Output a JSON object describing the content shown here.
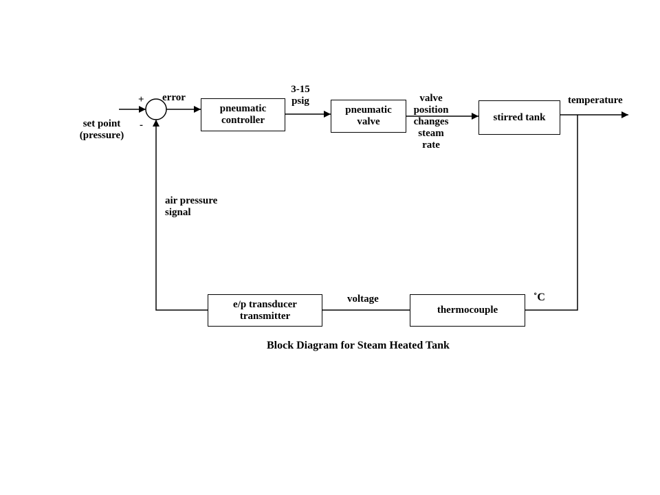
{
  "diagram": {
    "caption": "Block Diagram for Steam Heated Tank",
    "blocks": {
      "pneumatic_controller": "pneumatic\ncontroller",
      "pneumatic_valve": "pneumatic\nvalve",
      "stirred_tank": "stirred tank",
      "ep_transducer": "e/p transducer\ntransmitter",
      "thermocouple": "thermocouple"
    },
    "labels": {
      "set_point": "set point\n(pressure)",
      "plus": "+",
      "minus": "-",
      "error": "error",
      "psig": "3-15\npsig",
      "valve_position": "valve\nposition\nchanges\nsteam\nrate",
      "temperature": "temperature",
      "air_pressure": "air pressure\nsignal",
      "voltage": "voltage",
      "degC": "˚C"
    }
  }
}
